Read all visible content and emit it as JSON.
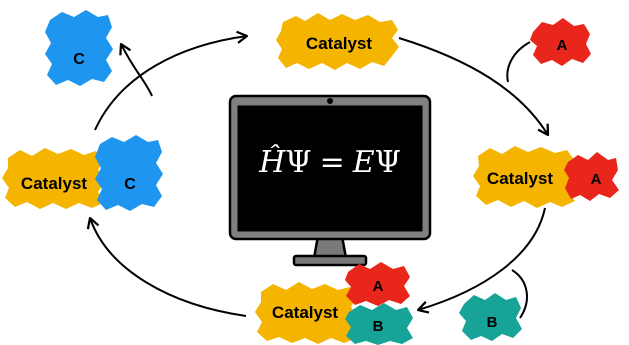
{
  "equation": {
    "h_hat": "Ĥ",
    "psi_1": "Ψ",
    "equals": "=",
    "e": "E",
    "psi_2": "Ψ"
  },
  "labels": {
    "catalyst": "Catalyst",
    "a": "A",
    "b": "B",
    "c": "C"
  },
  "colors": {
    "catalyst": "#f4b400",
    "species_a": "#e8261c",
    "species_b": "#17a398",
    "species_c": "#1e96f0",
    "monitor_frame": "#808080",
    "screen": "#000000"
  },
  "icons": {
    "center": "computer-monitor-icon"
  }
}
